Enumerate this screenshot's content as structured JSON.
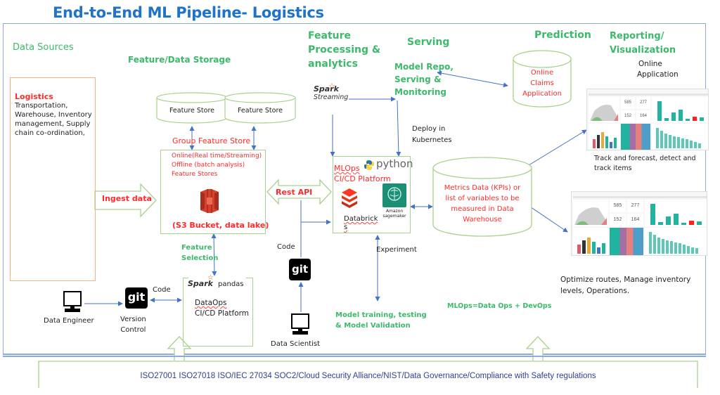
{
  "title": "End-to-End ML Pipeline- Logistics",
  "sections": {
    "data_sources": "Data Sources",
    "feature_storage": "Feature/Data Storage",
    "feature_processing": [
      "Feature",
      "Processing &",
      "analytics"
    ],
    "serving": "Serving",
    "prediction": "Prediction",
    "reporting": [
      "Reporting/",
      "Visualization"
    ]
  },
  "logistics": {
    "heading": "Logistics",
    "lines": [
      "Transportation,",
      "Warehouse, Inventory",
      "management, Supply",
      "chain co-ordination,"
    ]
  },
  "ingest_label": "Ingest data",
  "feature_stores": [
    "Feature Store",
    "Feature Store"
  ],
  "group_feature_store": "Group Feature Store",
  "storage_box": {
    "lines": [
      "Online(Real time/Streaming)",
      "Offline (batch analysis)",
      "Feature Stores"
    ],
    "caption": "(S3 Bucket, data lake)",
    "icon": "aws-s3-icon"
  },
  "rest_api_label": "Rest API",
  "feature_selection": [
    "Feature",
    "Selection"
  ],
  "dataops_box": {
    "spark": "Spark",
    "pandas": "pandas",
    "lines": [
      "DataOps",
      "CI/CD Platform"
    ]
  },
  "data_engineer": "Data Engineer",
  "version_control": [
    "Version",
    "Control"
  ],
  "code_labels": [
    "Code",
    "Code"
  ],
  "git_label": "git",
  "spark_streaming": [
    "Spark",
    "Streaming"
  ],
  "model_repo": [
    "Model Repo,",
    "Serving &",
    "Monitoring"
  ],
  "deploy": [
    "Deploy in",
    "Kubernetes"
  ],
  "mlops_box": {
    "mlops": "MLOps",
    "platform": "CI/CD Platform",
    "python": "python",
    "databricks": [
      "Databrick",
      "s"
    ],
    "sagemaker": [
      "Amazon",
      "sagemaker"
    ]
  },
  "experiment": "Experiment",
  "model_training": [
    "Model training, testing",
    "& Model Validation"
  ],
  "data_scientist": "Data Scientist",
  "metrics_cylinder": [
    "Metrics Data (KPIs) or",
    "list of variables to be",
    "measured  in Data",
    "Warehouse"
  ],
  "claims_cylinder": [
    "Online",
    "Claims",
    "Application"
  ],
  "online_application": [
    "Online",
    "Application"
  ],
  "track_text": [
    "Track and forecast, detect and",
    "track items"
  ],
  "optimize_text": [
    "Optimize routes, Manage inventory",
    "levels, Operations."
  ],
  "mlops_formula": "MLOps=Data Ops + DevOps",
  "dashboard": {
    "kpis": [
      "585",
      "277",
      "152",
      "164"
    ]
  },
  "compliance": "ISO27001 ISO27018 ISO/IEC 27034 SOC2/Cloud Security Alliance/NIST/Data Governance/Compliance with Safety regulations",
  "colors": {
    "title": "#1f73c8",
    "green": "#3cb96a",
    "red": "#ff2a2a",
    "arrow": "#4472c4",
    "box_green": "#a9d18e",
    "box_orange": "#f4b183",
    "frame": "#8eaadb"
  }
}
